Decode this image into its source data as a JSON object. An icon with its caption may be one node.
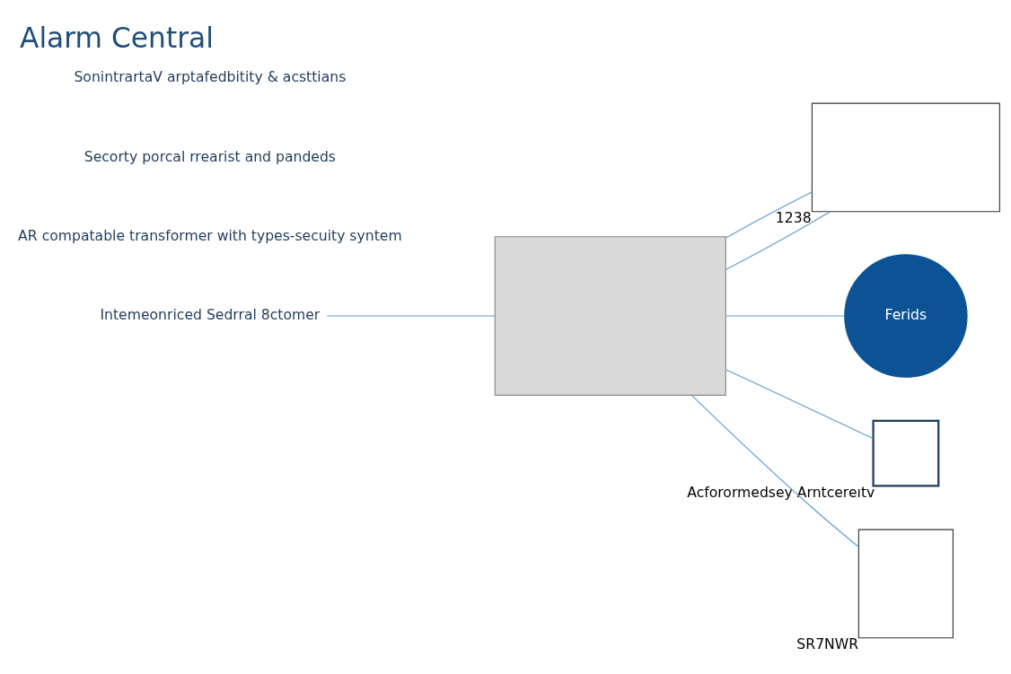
{
  "diagram": {
    "title": "Alarm Central",
    "nodes": [
      {
        "text": [],
        "shape": "box"
      },
      {
        "text": [],
        "shape": "box",
        "beside": [
          "1238"
        ]
      },
      {
        "text": [
          "Ferids"
        ]
      },
      {
        "text": [],
        "shape": "box",
        "beside": [
          "Acforormedsey Arntcereıtv"
        ]
      },
      {
        "text": [],
        "shape": "box",
        "beside": [
          "SR7NWR"
        ]
      },
      {
        "text": [
          "Intemeonriced Sedrral 8ctomer"
        ]
      }
    ],
    "edges": [
      {
        "from": 0,
        "to": 2,
        "arrow": "none"
      },
      {
        "from": 0,
        "to": 1,
        "arrow": "none"
      },
      {
        "from": 0,
        "to": 1,
        "arrow": "none"
      },
      {
        "from": 0,
        "to": 3,
        "arrow": "none"
      },
      {
        "from": 0,
        "to": 4,
        "arrow": "none"
      },
      {
        "from": 5,
        "to": 0,
        "arrow": "none"
      }
    ],
    "labels": [
      "AR compatable transformer with types-secuity syntem",
      "Secorty porcal rrearist and pandeds",
      "SonintrartaV arptafedbitity & acsttians"
    ]
  }
}
